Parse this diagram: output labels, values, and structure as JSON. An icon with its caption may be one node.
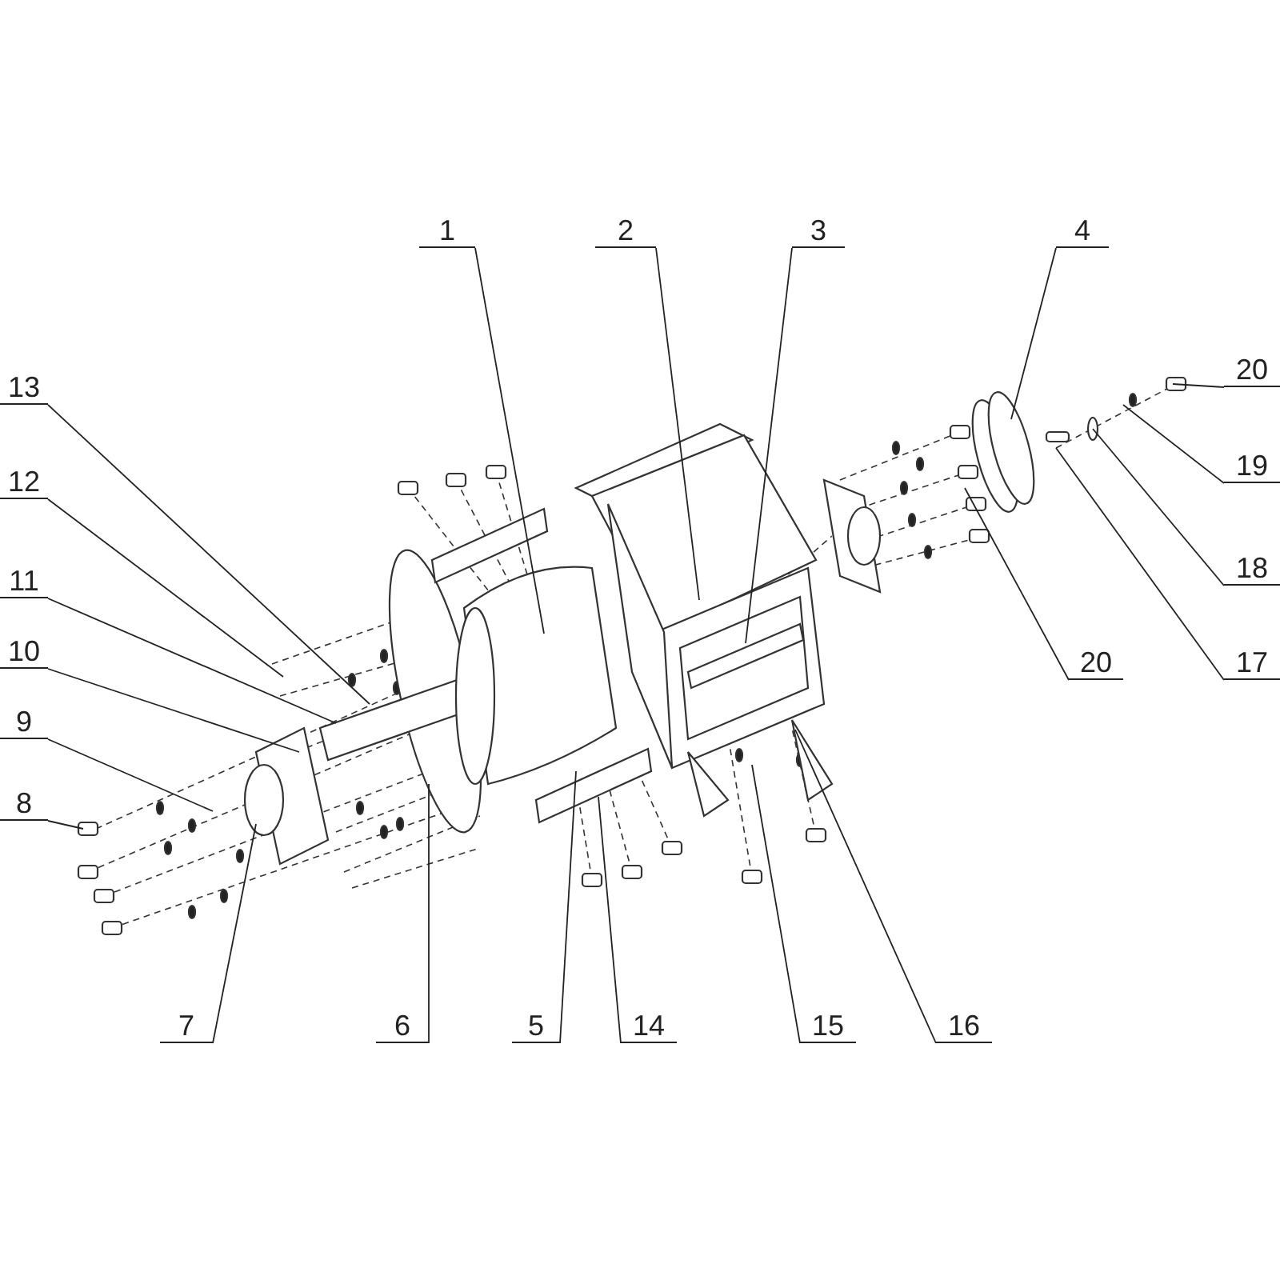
{
  "diagram": {
    "nodes": [
      {
        "text": [
          "1"
        ]
      },
      {
        "text": [
          "2"
        ]
      },
      {
        "text": [
          "3"
        ]
      },
      {
        "text": [
          "4"
        ]
      },
      {
        "text": [
          "20"
        ]
      },
      {
        "text": [
          "13"
        ]
      },
      {
        "text": [
          "12"
        ]
      },
      {
        "text": [
          "11"
        ]
      },
      {
        "text": [
          "10"
        ]
      },
      {
        "text": [
          "9"
        ]
      },
      {
        "text": [
          "8"
        ]
      },
      {
        "text": [
          "19"
        ]
      },
      {
        "text": [
          "18"
        ]
      },
      {
        "text": [
          "20"
        ]
      },
      {
        "text": [
          "17"
        ]
      },
      {
        "text": [
          "7"
        ]
      },
      {
        "text": [
          "6"
        ]
      },
      {
        "text": [
          "5"
        ]
      },
      {
        "text": [
          "14"
        ]
      },
      {
        "text": [
          "15"
        ]
      },
      {
        "text": [
          "16"
        ]
      }
    ],
    "edges": [
      {
        "from": 0,
        "to": null,
        "arrow": "none"
      },
      {
        "from": 1,
        "to": null,
        "arrow": "none"
      },
      {
        "from": 2,
        "to": null,
        "arrow": "none"
      },
      {
        "from": 3,
        "to": null,
        "arrow": "none"
      },
      {
        "from": 4,
        "to": null,
        "arrow": "none"
      },
      {
        "from": 5,
        "to": null,
        "arrow": "none"
      },
      {
        "from": 6,
        "to": null,
        "arrow": "none"
      },
      {
        "from": 7,
        "to": null,
        "arrow": "none"
      },
      {
        "from": 8,
        "to": null,
        "arrow": "none"
      },
      {
        "from": 9,
        "to": null,
        "arrow": "none"
      },
      {
        "from": 10,
        "to": null,
        "arrow": "none"
      },
      {
        "from": 11,
        "to": null,
        "arrow": "none"
      },
      {
        "from": 12,
        "to": null,
        "arrow": "none"
      },
      {
        "from": 13,
        "to": null,
        "arrow": "none"
      },
      {
        "from": 14,
        "to": null,
        "arrow": "none"
      },
      {
        "from": 15,
        "to": null,
        "arrow": "none"
      },
      {
        "from": 16,
        "to": null,
        "arrow": "none"
      },
      {
        "from": 17,
        "to": null,
        "arrow": "none"
      },
      {
        "from": 18,
        "to": null,
        "arrow": "none"
      },
      {
        "from": 19,
        "to": null,
        "arrow": "none"
      },
      {
        "from": 20,
        "to": null,
        "arrow": "none"
      }
    ]
  }
}
